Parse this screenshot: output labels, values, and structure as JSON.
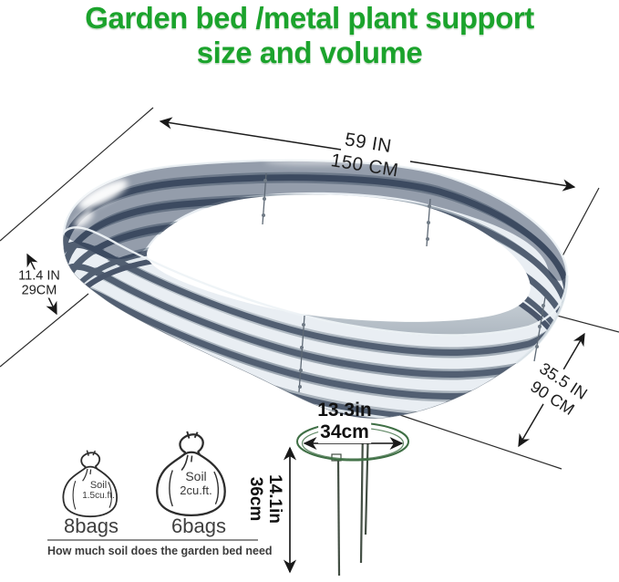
{
  "title": {
    "line1": "Garden bed /metal plant support",
    "line2": "size and volume"
  },
  "colors": {
    "title_green": "#1ba32c",
    "annotation_black": "#1c1c1c",
    "ring_green": "#3f6f45",
    "metal_silver": "#a9b3bc"
  },
  "dimensions": {
    "length": {
      "value_in": "59 IN",
      "value_cm": "150 CM"
    },
    "height": {
      "value_in": "11.4 IN",
      "value_cm": "29CM"
    },
    "width": {
      "value_in": "35.5 IN",
      "value_cm": "90 CM"
    }
  },
  "plant_support": {
    "diameter_in": "13.3in",
    "diameter_cm": "34cm",
    "height_in": "14.1in",
    "height_cm": "36cm"
  },
  "soil": {
    "bags": [
      {
        "name": "Soil",
        "volume": "1.5cu.ft.",
        "count": "8bags"
      },
      {
        "name": "Soil",
        "volume": "2cu.ft.",
        "count": "6bags"
      }
    ],
    "caption": "How much soil does the garden bed need"
  }
}
